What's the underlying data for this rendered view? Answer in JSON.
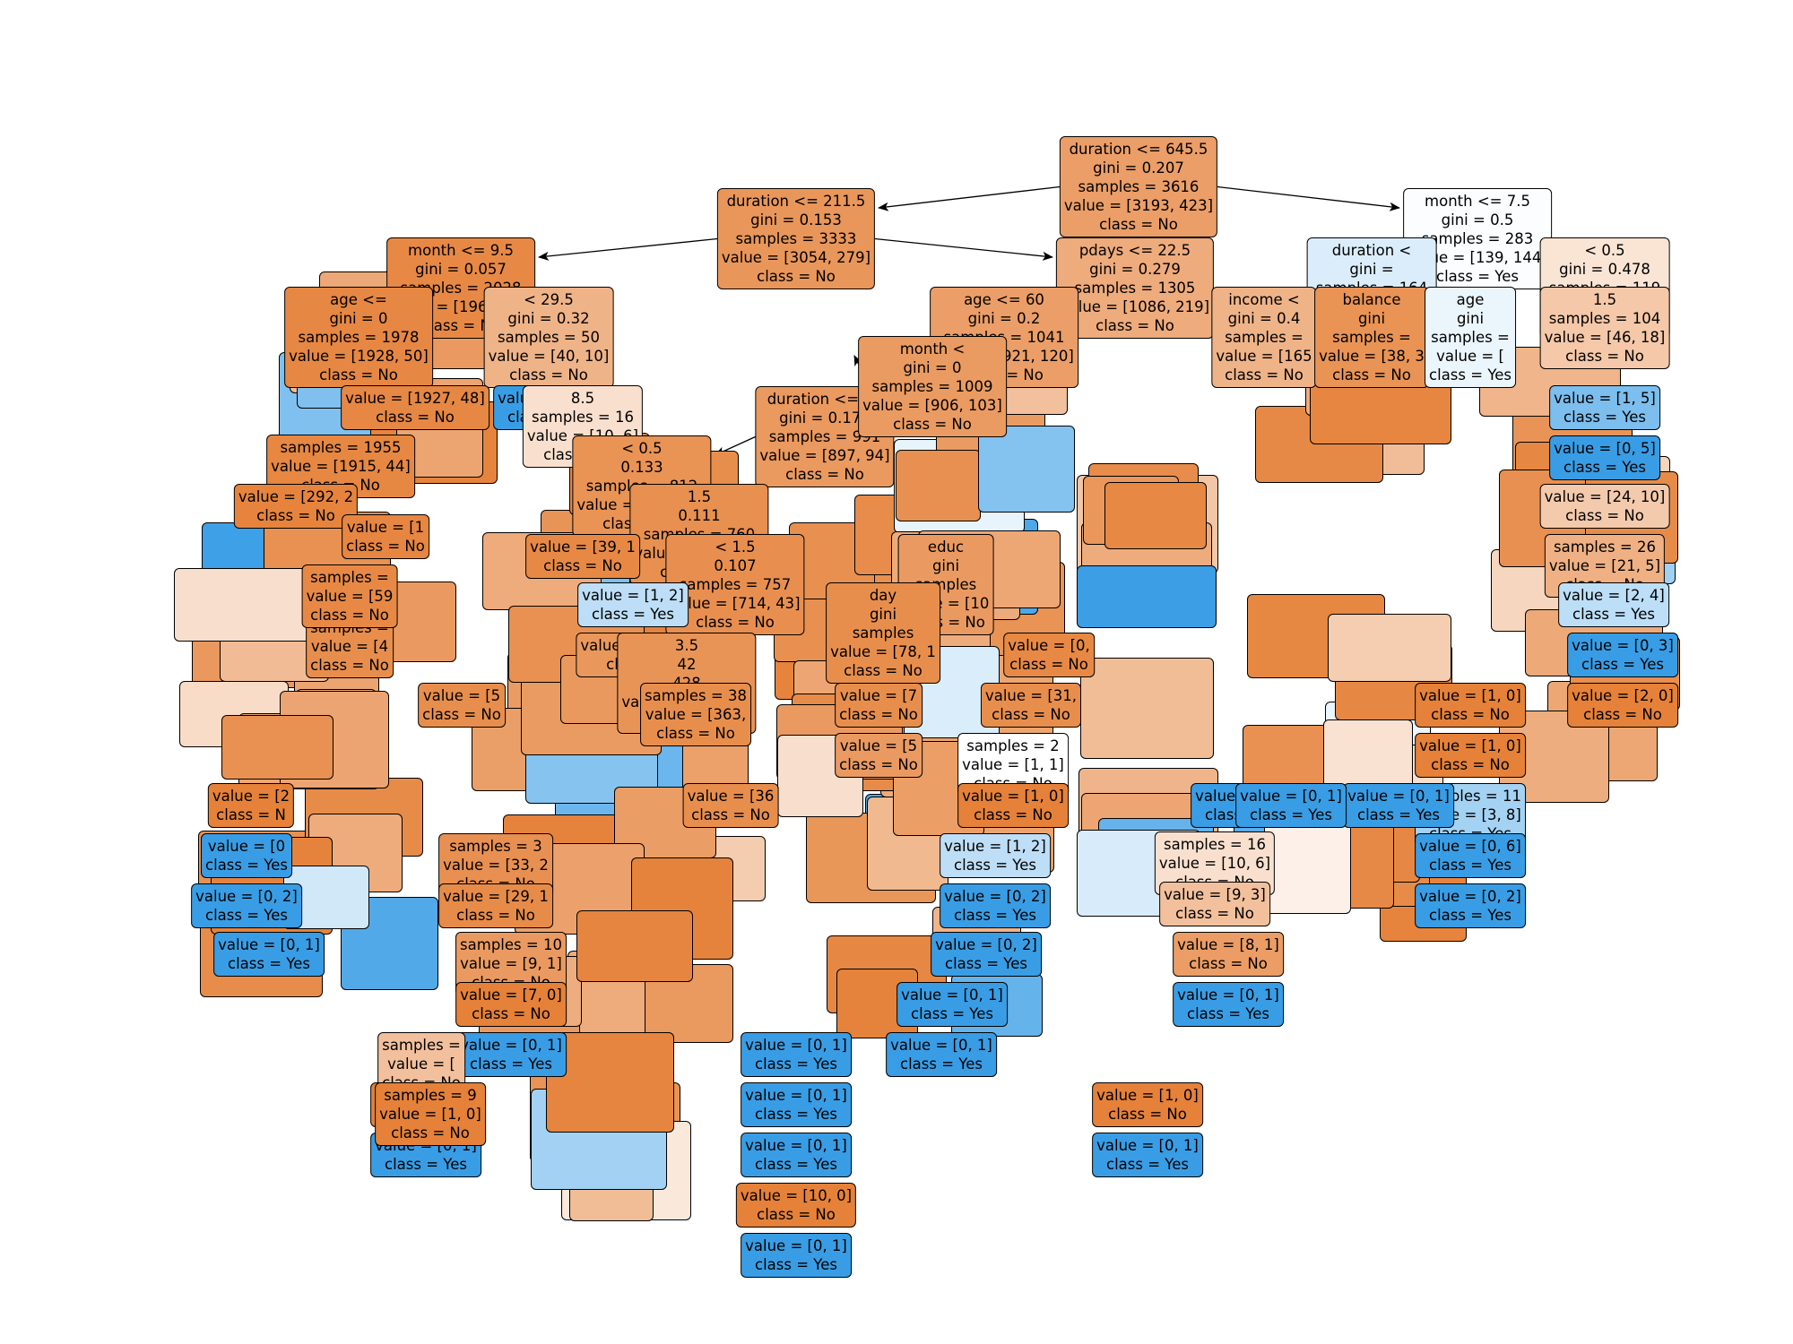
{
  "diagram": {
    "type": "decision-tree",
    "colors": {
      "class_no": "#e58139",
      "class_yes": "#399de5"
    },
    "main_nodes": [
      {
        "id": "root",
        "lines": [
          "duration <= 645.5",
          "gini = 0.207",
          "samples = 3616",
          "value = [3193, 423]",
          "class = No"
        ],
        "p_yes": 0.117
      },
      {
        "id": "n_left",
        "lines": [
          "duration <= 211.5",
          "gini = 0.153",
          "samples = 3333",
          "value = [3054, 279]",
          "class = No"
        ],
        "p_yes": 0.084
      },
      {
        "id": "n_right",
        "lines": [
          "month <= 7.5",
          "gini = 0.5",
          "samples = 283",
          "value = [139, 144]",
          "class = Yes"
        ],
        "p_yes": 0.509
      },
      {
        "id": "n_ll",
        "lines": [
          "month <= 9.5",
          "gini = 0.057",
          "samples = 2028",
          "value = [1968, 60]",
          "class = No"
        ],
        "p_yes": 0.03
      },
      {
        "id": "n_lr",
        "lines": [
          "pdays <= 22.5",
          "gini = 0.279",
          "samples = 1305",
          "value = [1086, 219]",
          "class = No"
        ],
        "p_yes": 0.168
      },
      {
        "id": "n_lll",
        "lines": [
          "age <=",
          "gini = 0",
          "samples = 1978",
          "value = [1928, 50]",
          "class = No"
        ],
        "p_yes": 0.025
      },
      {
        "id": "n_llr",
        "lines": [
          "< 29.5",
          "gini = 0.32",
          "samples = 50",
          "value = [40, 10]",
          "class = No"
        ],
        "p_yes": 0.2
      },
      {
        "id": "n_lrl",
        "lines": [
          "age <= 60",
          "gini = 0.2",
          "samples = 1041",
          "value = [921, 120]",
          "class = No"
        ],
        "p_yes": 0.115
      },
      {
        "id": "n_mid",
        "lines": [
          "duration <= 47",
          "gini = 0.172",
          "samples = 991",
          "value = [897, 94]",
          "class = No"
        ],
        "p_yes": 0.095
      },
      {
        "id": "n_month2",
        "lines": [
          "month <",
          "gini = 0",
          "samples = 1009",
          "value = [906, 103]",
          "class = No"
        ],
        "p_yes": 0.102
      },
      {
        "id": "n_rl",
        "lines": [
          "duration <",
          "gini =",
          "samples = 164",
          "value = [67, 97]",
          "class = Yes"
        ],
        "p_yes": 0.59
      },
      {
        "id": "n_rr",
        "lines": [
          "< 0.5",
          "gini = 0.478",
          "samples = 119",
          "value = [72, 47]",
          "class = No"
        ],
        "p_yes": 0.395
      },
      {
        "id": "n_a",
        "lines": [
          "value = [1927, 48]",
          "class = No"
        ],
        "p_yes": 0.024
      },
      {
        "id": "n_b",
        "lines": [
          "samples = 1955",
          "value = [1915, 44]",
          "class = No"
        ],
        "p_yes": 0.022
      },
      {
        "id": "n_c",
        "lines": [
          "value = [0, 2]",
          "class = Yes"
        ],
        "p_yes": 1
      },
      {
        "id": "n_d",
        "lines": [
          "8.5",
          "samples = 16",
          "value = [10, 6]",
          "class = No"
        ],
        "p_yes": 0.375
      },
      {
        "id": "n_e",
        "lines": [
          "< 0.5",
          "0.133",
          "samples = 812",
          "value = [754, 58]",
          "class = No"
        ],
        "p_yes": 0.071
      },
      {
        "id": "n_f",
        "lines": [
          "1.5",
          "0.111",
          "samples = 760",
          "value = [715, 45]",
          "class = No"
        ],
        "p_yes": 0.059
      },
      {
        "id": "n_g",
        "lines": [
          "value = [292, 2",
          "class = No"
        ],
        "p_yes": 0.01
      },
      {
        "id": "n_h",
        "lines": [
          "< 1.5",
          "0.107",
          "samples = 757",
          "value = [714, 43]",
          "class = No"
        ],
        "p_yes": 0.057
      },
      {
        "id": "n_i",
        "lines": [
          "value = [1, 2]",
          "class = Yes"
        ],
        "p_yes": 0.667
      },
      {
        "id": "n_j",
        "lines": [
          "value = [410, 39]",
          "class = No"
        ],
        "p_yes": 0.087
      },
      {
        "id": "n_k",
        "lines": [
          "3.5",
          "42",
          "428",
          "value = [395, 33]",
          "class = No"
        ],
        "p_yes": 0.077
      },
      {
        "id": "n_l",
        "lines": [
          "samples = 38",
          "value = [363,",
          "class = No"
        ],
        "p_yes": 0.05
      },
      {
        "id": "n_m",
        "lines": [
          "income <",
          "gini = 0.4",
          "samples =",
          "value = [165",
          "class = No"
        ],
        "p_yes": 0.2
      },
      {
        "id": "n_n",
        "lines": [
          "balance",
          "gini",
          "samples =",
          "value = [38, 3",
          "class = No"
        ],
        "p_yes": 0.07
      },
      {
        "id": "n_o",
        "lines": [
          "age",
          "gini",
          "samples =",
          "value = [",
          "class = Yes"
        ],
        "p_yes": 0.55
      },
      {
        "id": "n_p",
        "lines": [
          "1.5",
          "samples = 104",
          "value = [46, 18]",
          "class = No"
        ],
        "p_yes": 0.28
      },
      {
        "id": "n_q",
        "lines": [
          "value = [1, 5]",
          "class = Yes"
        ],
        "p_yes": 0.83
      },
      {
        "id": "n_r",
        "lines": [
          "value = [0, 5]",
          "class = Yes"
        ],
        "p_yes": 1
      },
      {
        "id": "n_s",
        "lines": [
          "value = [24, 10]",
          "class = No"
        ],
        "p_yes": 0.29
      },
      {
        "id": "n_t",
        "lines": [
          "samples = 26",
          "value = [21, 5]",
          "class = No"
        ],
        "p_yes": 0.19
      },
      {
        "id": "n_u",
        "lines": [
          "value = [2, 4]",
          "class = Yes"
        ],
        "p_yes": 0.67
      },
      {
        "id": "n_v",
        "lines": [
          "value = [0, 3]",
          "class = Yes"
        ],
        "p_yes": 1
      },
      {
        "id": "n_w",
        "lines": [
          "value = [2, 0]",
          "class = No"
        ],
        "p_yes": 0
      },
      {
        "id": "n_x",
        "lines": [
          "value = [1, 0]",
          "class = No"
        ],
        "p_yes": 0
      },
      {
        "id": "n_y",
        "lines": [
          "value = [1, 0]",
          "class = No"
        ],
        "p_yes": 0
      },
      {
        "id": "n_z",
        "lines": [
          "samples = 11",
          "value = [3, 8]",
          "class = Yes"
        ],
        "p_yes": 0.73
      },
      {
        "id": "n_aa",
        "lines": [
          "value = [0, 6]",
          "class = Yes"
        ],
        "p_yes": 1
      },
      {
        "id": "n_ab",
        "lines": [
          "value = [0, 2]",
          "class = Yes"
        ],
        "p_yes": 1
      },
      {
        "id": "n_ac",
        "lines": [
          "value = [0, 1]",
          "class = Yes"
        ],
        "p_yes": 1
      },
      {
        "id": "n_ad",
        "lines": [
          "samples = 16",
          "value = [10, 6]",
          "class = No"
        ],
        "p_yes": 0.375
      },
      {
        "id": "n_ae",
        "lines": [
          "value = [9, 3]",
          "class = No"
        ],
        "p_yes": 0.25
      },
      {
        "id": "n_af",
        "lines": [
          "value = [8, 1]",
          "class = No"
        ],
        "p_yes": 0.11
      },
      {
        "id": "n_ag",
        "lines": [
          "value = [0, 1]",
          "class = Yes"
        ],
        "p_yes": 1
      },
      {
        "id": "n_ah",
        "lines": [
          "value = [0,",
          "class = No"
        ],
        "p_yes": 0.03
      },
      {
        "id": "n_ai",
        "lines": [
          "value = [31,",
          "class = No"
        ],
        "p_yes": 0.05
      },
      {
        "id": "n_aj",
        "lines": [
          "samples = 2",
          "value = [1, 1]",
          "class = No"
        ],
        "p_yes": 0.5
      },
      {
        "id": "n_ak",
        "lines": [
          "value = [1, 0]",
          "class = No"
        ],
        "p_yes": 0
      },
      {
        "id": "n_al",
        "lines": [
          "value = [1, 2]",
          "class = Yes"
        ],
        "p_yes": 0.667
      },
      {
        "id": "n_am",
        "lines": [
          "value = [0, 2]",
          "class = Yes"
        ],
        "p_yes": 1
      },
      {
        "id": "n_an",
        "lines": [
          "value = [0, 2]",
          "class = Yes"
        ],
        "p_yes": 1
      },
      {
        "id": "n_ao",
        "lines": [
          "value = [0, 1]",
          "class = Yes"
        ],
        "p_yes": 1
      },
      {
        "id": "n_ap",
        "lines": [
          "value = [0, 1]",
          "class = Yes"
        ],
        "p_yes": 1
      },
      {
        "id": "n_aq",
        "lines": [
          "educ",
          "gini",
          "samples",
          "value = [10",
          "class = No"
        ],
        "p_yes": 0.1
      },
      {
        "id": "n_ar",
        "lines": [
          "day",
          "gini",
          "samples",
          "value = [78, 1",
          "class = No"
        ],
        "p_yes": 0.05
      },
      {
        "id": "n_as",
        "lines": [
          "value = [7",
          "class = No"
        ],
        "p_yes": 0.05
      },
      {
        "id": "n_at",
        "lines": [
          "value = [5",
          "class = No"
        ],
        "p_yes": 0.1
      },
      {
        "id": "n_au",
        "lines": [
          "value = [0, 1]",
          "class = Yes"
        ],
        "p_yes": 1
      },
      {
        "id": "n_av",
        "lines": [
          "value = [0, 1]",
          "class = Yes"
        ],
        "p_yes": 1
      },
      {
        "id": "n_aw",
        "lines": [
          "value = [0, 1]",
          "class = Yes"
        ],
        "p_yes": 1
      },
      {
        "id": "n_ax",
        "lines": [
          "value = [10, 0]",
          "class = No"
        ],
        "p_yes": 0
      },
      {
        "id": "n_ay",
        "lines": [
          "value = [0, 1]",
          "class = Yes"
        ],
        "p_yes": 1
      },
      {
        "id": "n_az",
        "lines": [
          "value = [36",
          "class = No"
        ],
        "p_yes": 0.05
      },
      {
        "id": "n_ba",
        "lines": [
          "samples = 3",
          "value = [33, 2",
          "class = No"
        ],
        "p_yes": 0.06
      },
      {
        "id": "n_bb",
        "lines": [
          "value = [29, 1",
          "class = No"
        ],
        "p_yes": 0.04
      },
      {
        "id": "n_bc",
        "lines": [
          "samples = 10",
          "value = [9, 1]",
          "class = No"
        ],
        "p_yes": 0.1
      },
      {
        "id": "n_bd",
        "lines": [
          "value = [7, 0]",
          "class = No"
        ],
        "p_yes": 0
      },
      {
        "id": "n_be",
        "lines": [
          "value = [0, 1]",
          "class = Yes"
        ],
        "p_yes": 1
      },
      {
        "id": "n_bf",
        "lines": [
          "samples =",
          "value = [",
          "class = No"
        ],
        "p_yes": 0.25
      },
      {
        "id": "n_bg",
        "lines": [
          "value = [1, 0]",
          "class = No"
        ],
        "p_yes": 0
      },
      {
        "id": "n_bh",
        "lines": [
          "value = [0, 1]",
          "class = Yes"
        ],
        "p_yes": 1
      },
      {
        "id": "n_bi",
        "lines": [
          "value = [0, 2]",
          "class = Yes"
        ],
        "p_yes": 1
      },
      {
        "id": "n_bj",
        "lines": [
          "value = [0",
          "class = Yes"
        ],
        "p_yes": 1
      },
      {
        "id": "n_bk",
        "lines": [
          "value = [2",
          "class = N"
        ],
        "p_yes": 0
      },
      {
        "id": "n_bl",
        "lines": [
          "value = [5",
          "class = No"
        ],
        "p_yes": 0.05
      },
      {
        "id": "n_bm",
        "lines": [
          "samples =",
          "value = [4",
          "class = No"
        ],
        "p_yes": 0.05
      },
      {
        "id": "n_bn",
        "lines": [
          "samples =",
          "value = [59",
          "class = No"
        ],
        "p_yes": 0.03
      },
      {
        "id": "n_bo",
        "lines": [
          "value = [1",
          "class = No"
        ],
        "p_yes": 0.02
      },
      {
        "id": "n_bp",
        "lines": [
          "value = [39, 1",
          "class = No"
        ],
        "p_yes": 0.03
      },
      {
        "id": "n_bq",
        "lines": [
          "samples = 9",
          "value = [1, 0]",
          "class = No"
        ],
        "p_yes": 0
      },
      {
        "id": "n_br",
        "lines": [
          "value = [0, 1]",
          "class = Yes"
        ],
        "p_yes": 1
      },
      {
        "id": "n_bs",
        "lines": [
          "value = [1, 0]",
          "class = No"
        ],
        "p_yes": 0
      },
      {
        "id": "n_bt",
        "lines": [
          "value = [0, 1]",
          "class = Yes"
        ],
        "p_yes": 1
      },
      {
        "id": "n_bu",
        "lines": [
          "value = [0, 1]",
          "class = Yes"
        ],
        "p_yes": 1
      },
      {
        "id": "n_bv",
        "lines": [
          "value = [0, 1]",
          "class = Yes"
        ],
        "p_yes": 1
      }
    ],
    "edges": [
      [
        "root",
        "n_left"
      ],
      [
        "root",
        "n_right"
      ],
      [
        "n_left",
        "n_ll"
      ],
      [
        "n_left",
        "n_lr"
      ],
      [
        "n_mid",
        "n_e"
      ],
      [
        "n_mid",
        "n_month2"
      ]
    ]
  }
}
